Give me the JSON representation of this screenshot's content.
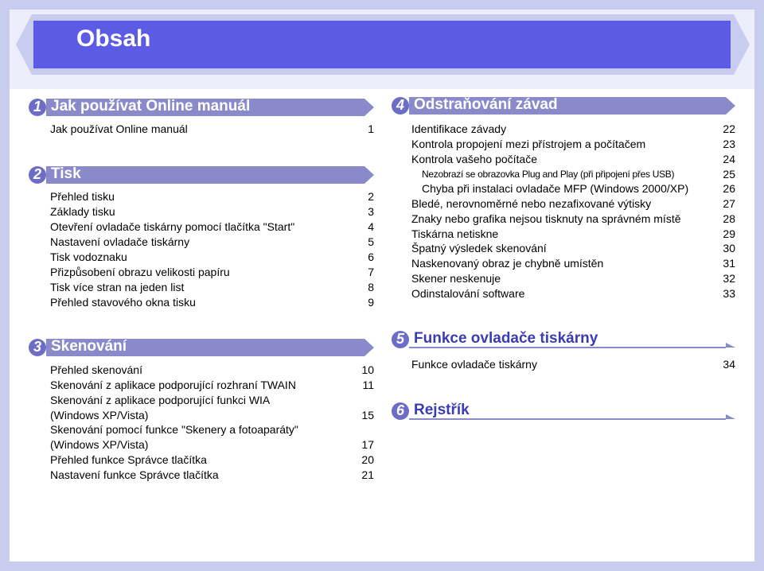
{
  "page_title": "Obsah",
  "sections": [
    {
      "num": "1",
      "title": "Jak používat Online manuál",
      "entries": [
        {
          "text": "Jak používat Online manuál",
          "page": "1"
        }
      ]
    },
    {
      "num": "2",
      "title": "Tisk",
      "entries": [
        {
          "text": "Přehled tisku",
          "page": "2"
        },
        {
          "text": "Základy tisku",
          "page": "3"
        },
        {
          "text": "Otevření ovladače tiskárny pomocí tlačítka \"Start\"",
          "page": "4"
        },
        {
          "text": "Nastavení ovladače tiskárny",
          "page": "5"
        },
        {
          "text": "Tisk vodoznaku",
          "page": "6"
        },
        {
          "text": "Přizpůsobení obrazu velikosti papíru",
          "page": "7"
        },
        {
          "text": "Tisk více stran na jeden list",
          "page": "8"
        },
        {
          "text": "Přehled stavového okna tisku",
          "page": "9"
        }
      ]
    },
    {
      "num": "3",
      "title": "Skenování",
      "entries": [
        {
          "text": "Přehled skenování",
          "page": "10"
        },
        {
          "text": "Skenování z aplikace podporující rozhraní TWAIN",
          "page": "11"
        },
        {
          "text": "Skenování z aplikace podporující funkci WIA",
          "page": ""
        },
        {
          "text": "(Windows XP/Vista)",
          "page": "15"
        },
        {
          "text": "Skenování pomocí funkce \"Skenery a fotoaparáty\"",
          "page": ""
        },
        {
          "text": "(Windows XP/Vista)",
          "page": "17"
        },
        {
          "text": "Přehled funkce Správce tlačítka",
          "page": "20"
        },
        {
          "text": "Nastavení funkce Správce tlačítka",
          "page": "21"
        }
      ]
    },
    {
      "num": "4",
      "title": "Odstraňování závad",
      "entries": [
        {
          "text": "Identifikace závady",
          "page": "22"
        },
        {
          "text": "Kontrola propojení mezi přístrojem a počítačem",
          "page": "23"
        },
        {
          "text": "Kontrola vašeho počítače",
          "page": "24"
        },
        {
          "text": "Nezobrazí se obrazovka Plug and Play (při připojení přes USB)",
          "page": "25"
        },
        {
          "text": "Chyba při instalaci ovladače MFP (Windows 2000/XP)",
          "page": "26"
        },
        {
          "text": "Bledé, nerovnoměrné nebo nezafixované výtisky",
          "page": "27"
        },
        {
          "text": "Znaky nebo grafika nejsou tisknuty na správném místě",
          "page": "28"
        },
        {
          "text": "Tiskárna netiskne",
          "page": "29"
        },
        {
          "text": "Špatný výsledek skenování",
          "page": "30"
        },
        {
          "text": "Naskenovaný obraz je chybně umístěn",
          "page": "31"
        },
        {
          "text": "Skener neskenuje",
          "page": "32"
        },
        {
          "text": "Odinstalování software",
          "page": "33"
        }
      ]
    },
    {
      "num": "5",
      "title": "Funkce ovladače tiskárny",
      "entries": [
        {
          "text": "Funkce ovladače tiskárny",
          "page": "34"
        }
      ]
    },
    {
      "num": "6",
      "title": "Rejstřík",
      "entries": []
    }
  ],
  "colors": {
    "frame": "#c8cdf0",
    "banner": "#5b5be6",
    "section_bar": "#8a8acb",
    "badge": "#6d6dc7"
  }
}
